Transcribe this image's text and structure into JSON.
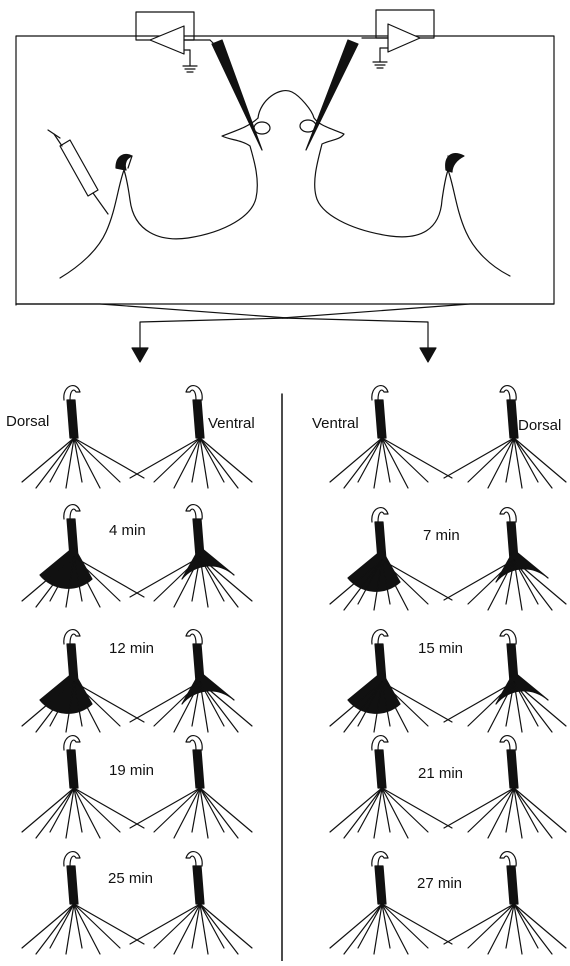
{
  "left_panel": {
    "labels": {
      "left": "Dorsal",
      "right": "Ventral"
    },
    "timepoints": [
      "4 min",
      "12 min",
      "19 min",
      "25 min"
    ]
  },
  "right_panel": {
    "labels": {
      "left": "Ventral",
      "right": "Dorsal"
    },
    "timepoints": [
      "7 min",
      "15 min",
      "21 min",
      "27 min"
    ]
  },
  "icons": [
    "amplifier-left-icon",
    "amplifier-right-icon",
    "ground-icon",
    "syringe-icon",
    "electrode-icon"
  ],
  "colors": {
    "ink": "#111111",
    "background": "#ffffff"
  }
}
